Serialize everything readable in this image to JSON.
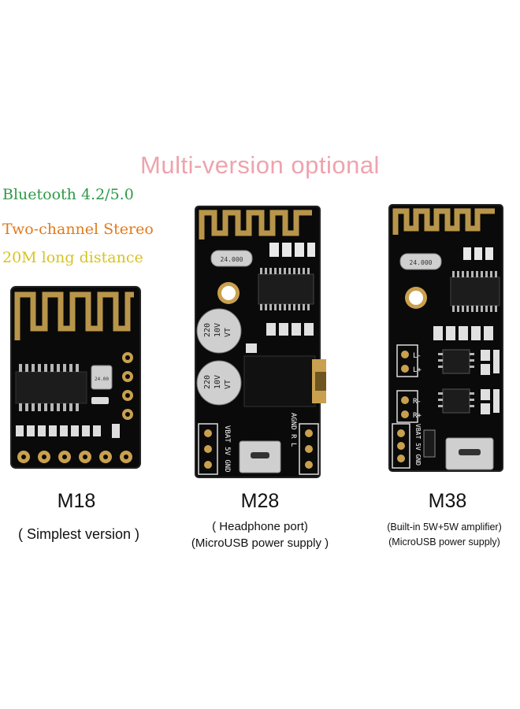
{
  "title": "Multi-version optional",
  "features": [
    {
      "text": "Bluetooth 4.2/5.0",
      "color": "#2e9a47"
    },
    {
      "text": "Two-channel Stereo",
      "color": "#e07b1c"
    },
    {
      "text": "20M long distance",
      "color": "#d7c322"
    }
  ],
  "title_color": "#eea3ad",
  "products": [
    {
      "model": "M18",
      "lines": [
        "( Simplest version )"
      ]
    },
    {
      "model": "M28",
      "lines": [
        "( Headphone port)",
        "(MicroUSB power supply )"
      ]
    },
    {
      "model": "M38",
      "lines": [
        "(Built-in 5W+5W amplifier)",
        "(MicroUSB power supply)"
      ]
    }
  ],
  "board_labels": {
    "m18_crystal": "24.00",
    "m28_crystal": "24.000",
    "m28_cap": [
      "220",
      "10V",
      "VT"
    ],
    "m28_pins_left": "VBAT 5V GND",
    "m28_pins_right": "AGND R L",
    "m38_crystal": "24.000",
    "m38_pins_left": "VBAT 5V GND",
    "m38_out_l": [
      "L-",
      "L+"
    ],
    "m38_out_r": [
      "R-",
      "R+"
    ]
  }
}
